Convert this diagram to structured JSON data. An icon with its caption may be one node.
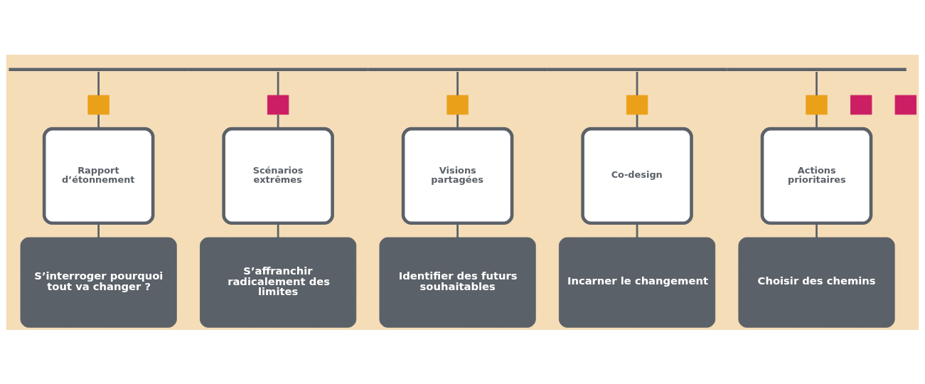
{
  "diagram": {
    "nodes": [
      {
        "text": [],
        "shape": "bar"
      },
      {
        "text": [],
        "shape": "box"
      },
      {
        "text": [],
        "shape": "box"
      },
      {
        "text": [],
        "shape": "box"
      },
      {
        "text": [],
        "shape": "box"
      },
      {
        "text": [],
        "shape": "box"
      },
      {
        "text": [],
        "shape": "box"
      },
      {
        "text": [],
        "shape": "box"
      },
      {
        "text": [
          "Rapport d’étonnement"
        ]
      },
      {
        "text": [
          "Scénarios extrêmes"
        ]
      },
      {
        "text": [
          "Visions partagées"
        ]
      },
      {
        "text": [
          "Co-design"
        ]
      },
      {
        "text": [
          "Actions prioritaires"
        ]
      },
      {
        "text": [
          "S’interroger pourquoi tout va changer ?"
        ]
      },
      {
        "text": [
          "S’affranchir radicalement des limites"
        ]
      },
      {
        "text": [
          "Identifier des futurs souhaitables"
        ]
      },
      {
        "text": [
          "Incarner le changement"
        ]
      },
      {
        "text": [
          "Choisir des chemins"
        ]
      }
    ],
    "edges": [
      {
        "from": 0,
        "to": 1,
        "arrow": "none"
      },
      {
        "from": 1,
        "to": 8,
        "arrow": "none"
      },
      {
        "from": 0,
        "to": 3,
        "arrow": "none"
      },
      {
        "from": 3,
        "to": 9,
        "arrow": "none"
      },
      {
        "from": 0,
        "to": 4,
        "arrow": "none"
      },
      {
        "from": 4,
        "to": 10,
        "arrow": "none"
      },
      {
        "from": 0,
        "to": 5,
        "arrow": "none"
      },
      {
        "from": 5,
        "to": 11,
        "arrow": "none"
      },
      {
        "from": 0,
        "to": 7,
        "arrow": "none"
      },
      {
        "from": 7,
        "to": 12,
        "arrow": "none"
      },
      {
        "from": 8,
        "to": 13,
        "arrow": "none"
      },
      {
        "from": 9,
        "to": 14,
        "arrow": "none"
      },
      {
        "from": 10,
        "to": 15,
        "arrow": "none"
      },
      {
        "from": 11,
        "to": 16,
        "arrow": "none"
      },
      {
        "from": 12,
        "to": 17,
        "arrow": "none"
      }
    ]
  }
}
